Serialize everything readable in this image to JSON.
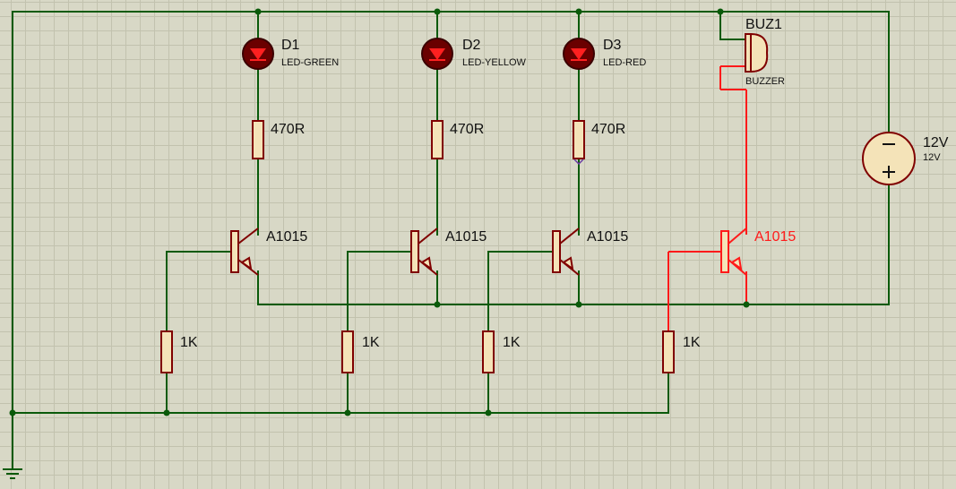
{
  "leds": [
    {
      "ref": "D1",
      "value": "LED-GREEN"
    },
    {
      "ref": "D2",
      "value": "LED-YELLOW"
    },
    {
      "ref": "D3",
      "value": "LED-RED"
    }
  ],
  "resistors_top": [
    "470R",
    "470R",
    "470R"
  ],
  "transistors": [
    "A1015",
    "A1015",
    "A1015",
    "A1015"
  ],
  "resistors_bottom": [
    "1K",
    "1K",
    "1K",
    "1K"
  ],
  "buzzer": {
    "ref": "BUZ1",
    "value": "BUZZER"
  },
  "battery": {
    "ref": "12V",
    "value": "12V"
  },
  "colors": {
    "wire": "#0a5a0a",
    "body": "#800000",
    "highlight": "#ff1a1a",
    "grid": "#c2c2ae",
    "background": "#d8d8c6"
  }
}
